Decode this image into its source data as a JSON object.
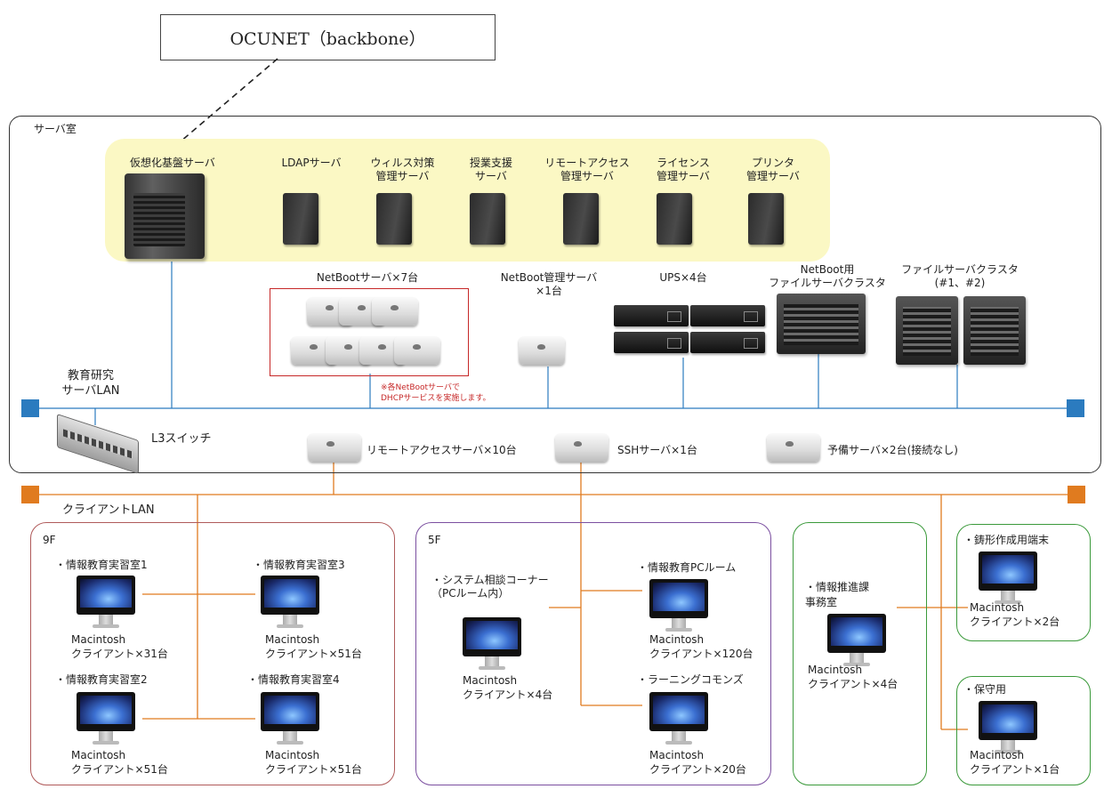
{
  "backbone": {
    "label": "OCUNET（backbone）"
  },
  "server_room": {
    "label": "サーバ室",
    "servers": [
      {
        "label": "仮想化基盤サーバ"
      },
      {
        "label": "LDAPサーバ"
      },
      {
        "label": "ウィルス対策\n管理サーバ"
      },
      {
        "label": "授業支援\nサーバ"
      },
      {
        "label": "リモートアクセス\n管理サーバ"
      },
      {
        "label": "ライセンス\n管理サーバ"
      },
      {
        "label": "プリンタ\n管理サーバ"
      }
    ],
    "netboot": {
      "label": "NetBootサーバ×7台",
      "note": "※各NetBootサーバで\nDHCPサービスを実施します。"
    },
    "netboot_admin": {
      "label": "NetBoot管理サーバ\n×1台"
    },
    "ups": {
      "label": "UPS×4台"
    },
    "netboot_fs": {
      "label": "NetBoot用\nファイルサーバクラスタ"
    },
    "fs_cluster": {
      "label": "ファイルサーバクラスタ\n(#1、#2)"
    },
    "lan_label": "教育研究\nサーバLAN",
    "switch_label": "L3スイッチ",
    "remote_access": {
      "label": "リモートアクセスサーバ×10台"
    },
    "ssh": {
      "label": "SSHサーバ×1台"
    },
    "spare": {
      "label": "予備サーバ×2台(接続なし)"
    }
  },
  "client_lan_label": "クライアントLAN",
  "floor9": {
    "label": "9F",
    "rooms": [
      {
        "title": "・情報教育実習室1",
        "model": "Macintosh",
        "count": "クライアント×31台"
      },
      {
        "title": "・情報教育実習室3",
        "model": "Macintosh",
        "count": "クライアント×51台"
      },
      {
        "title": "・情報教育実習室2",
        "model": "Macintosh",
        "count": "クライアント×51台"
      },
      {
        "title": "・情報教育実習室4",
        "model": "Macintosh",
        "count": "クライアント×51台"
      }
    ]
  },
  "floor5": {
    "label": "5F",
    "rooms": [
      {
        "title": "・システム相談コーナー\n（PCルーム内）",
        "model": "Macintosh",
        "count": "クライアント×4台"
      },
      {
        "title": "・情報教育PCルーム",
        "model": "Macintosh",
        "count": "クライアント×120台"
      },
      {
        "title": "・ラーニングコモンズ",
        "model": "Macintosh",
        "count": "クライアント×20台"
      }
    ]
  },
  "office": {
    "title": "・情報推進課\n事務室",
    "model": "Macintosh",
    "count": "クライアント×4台"
  },
  "kata": {
    "title": "・鋳形作成用端末",
    "model": "Macintosh",
    "count": "クライアント×2台"
  },
  "hoshu": {
    "title": "・保守用",
    "model": "Macintosh",
    "count": "クライアント×1台"
  },
  "colors": {
    "server_lan": "#2b7bbf",
    "client_lan": "#e07b1f",
    "floor9": "#b05a5a",
    "floor5": "#7b4fa0",
    "green": "#3b9a3b",
    "highlight": "#fbf8c4",
    "note": "#c62828"
  }
}
